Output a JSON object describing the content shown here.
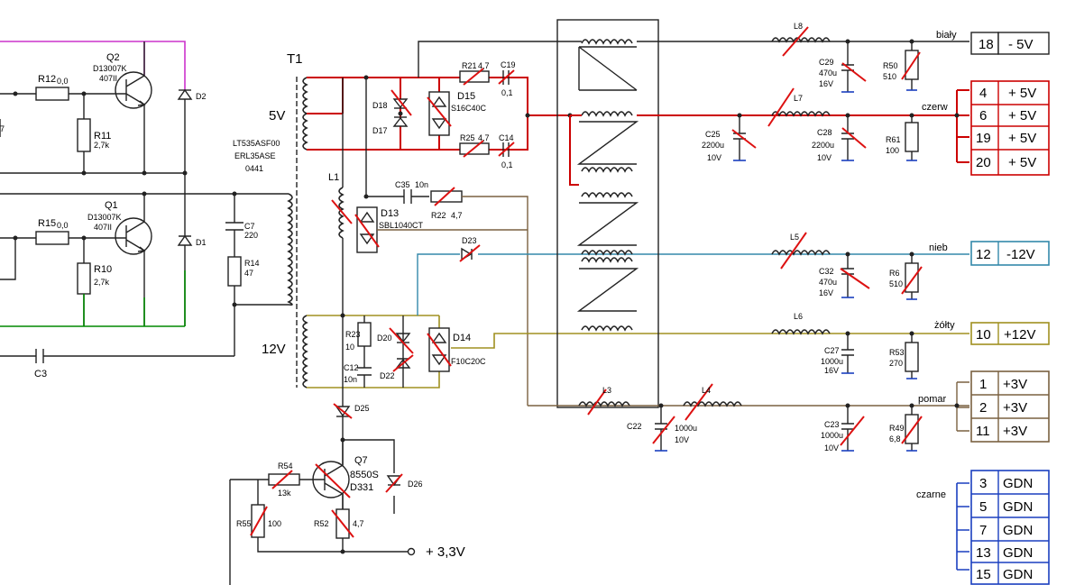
{
  "transformer": {
    "ref": "T1",
    "marking": [
      "LT535ASF00",
      "ERL35ASE",
      "0441"
    ],
    "winding_5v": "5V",
    "winding_12v": "12V"
  },
  "transistors": {
    "Q2": {
      "ref": "Q2",
      "type": "D13007K",
      "code": "407II"
    },
    "Q1": {
      "ref": "Q1",
      "type": "D13007K",
      "code": "407II"
    },
    "Q7": {
      "ref": "Q7",
      "type": "8550S",
      "code": "D331"
    }
  },
  "resistors": {
    "R12": {
      "ref": "R12",
      "value": "0,0"
    },
    "R11": {
      "ref": "R11",
      "value": "2,7k"
    },
    "R15": {
      "ref": "R15",
      "value": "0,0"
    },
    "R10": {
      "ref": "R10",
      "value": "2,7k"
    },
    "R14": {
      "ref": "R14",
      "value": "47"
    },
    "R21": {
      "ref": "R21",
      "value": "4,7"
    },
    "R25": {
      "ref": "R25",
      "value": "4,7"
    },
    "R22": {
      "ref": "R22",
      "value": "4,7"
    },
    "R23": {
      "ref": "R23",
      "value": "10"
    },
    "R54": {
      "ref": "R54",
      "value": "13k"
    },
    "R55": {
      "ref": "R55",
      "value": "100"
    },
    "R52": {
      "ref": "R52",
      "value": "4,7"
    },
    "R50": {
      "ref": "R50",
      "value": "510"
    },
    "R61": {
      "ref": "R61",
      "value": "100"
    },
    "R6": {
      "ref": "R6",
      "value": "510"
    },
    "R53": {
      "ref": "R53",
      "value": "270"
    },
    "R49": {
      "ref": "R49",
      "value": "6,8"
    }
  },
  "capacitors": {
    "C7": {
      "ref": "C7",
      "value": "220"
    },
    "C3": {
      "ref": "C3",
      "value": ""
    },
    "C19": {
      "ref": "C19",
      "value": "0,1"
    },
    "C14": {
      "ref": "C14",
      "value": "0,1"
    },
    "C35": {
      "ref": "C35",
      "value": "10n"
    },
    "C12": {
      "ref": "C12",
      "value": "10n"
    },
    "C25": {
      "ref": "C25",
      "value": "2200u",
      "voltage": "10V"
    },
    "C28": {
      "ref": "C28",
      "value": "2200u",
      "voltage": "10V"
    },
    "C29": {
      "ref": "C29",
      "value": "470u",
      "voltage": "16V"
    },
    "C32": {
      "ref": "C32",
      "value": "470u",
      "voltage": "16V"
    },
    "C27": {
      "ref": "C27",
      "value": "1000u",
      "voltage": "16V"
    },
    "C22": {
      "ref": "C22",
      "value": "1000u",
      "voltage": "10V"
    },
    "C23": {
      "ref": "C23",
      "value": "1000u",
      "voltage": "10V"
    }
  },
  "diodes": {
    "D2": "D2",
    "D1": "D1",
    "D18": "D18",
    "D17": "D17",
    "D15": {
      "ref": "D15",
      "part": "S16C40C"
    },
    "D13": {
      "ref": "D13",
      "part": "SBL1040CT"
    },
    "D14": {
      "ref": "D14",
      "part": "F10C20C"
    },
    "D20": "D20",
    "D22": "D22",
    "D23": "D23",
    "D25": "D25",
    "D26": "D26"
  },
  "inductors": {
    "L1": "L1",
    "L3": "L3",
    "L4": "L4",
    "L5": "L5",
    "L6": "L6",
    "L7": "L7",
    "L8": "L8"
  },
  "outputs": {
    "bialy": {
      "label": "biały",
      "pin": "18",
      "voltage": "- 5V"
    },
    "czerw": {
      "label": "czerw",
      "pins": [
        {
          "pin": "4",
          "voltage": "+ 5V"
        },
        {
          "pin": "6",
          "voltage": "+ 5V"
        },
        {
          "pin": "19",
          "voltage": "+ 5V"
        },
        {
          "pin": "20",
          "voltage": "+ 5V"
        }
      ]
    },
    "nieb": {
      "label": "nieb",
      "pin": "12",
      "voltage": "-12V"
    },
    "zolty": {
      "label": "żółty",
      "pin": "10",
      "voltage": "+12V"
    },
    "pomar": {
      "label": "pomar",
      "pins": [
        {
          "pin": "1",
          "voltage": "+3V"
        },
        {
          "pin": "2",
          "voltage": "+3V"
        },
        {
          "pin": "11",
          "voltage": "+3V"
        }
      ]
    },
    "czarne": {
      "label": "czarne",
      "pins": [
        {
          "pin": "3",
          "voltage": "GDN"
        },
        {
          "pin": "5",
          "voltage": "GDN"
        },
        {
          "pin": "7",
          "voltage": "GDN"
        },
        {
          "pin": "13",
          "voltage": "GDN"
        },
        {
          "pin": "15",
          "voltage": "GDN"
        }
      ]
    }
  },
  "rail_33": "+ 3,3V",
  "colors": {
    "wire": "#222222",
    "red_rail": "#cc0000",
    "magenta": "#cc33cc",
    "green": "#008800",
    "brown": "#7a6040",
    "blue_wire": "#3388aa",
    "olive": "#a09020",
    "ground": "#1a3fbf",
    "strike": "#dd1111"
  }
}
